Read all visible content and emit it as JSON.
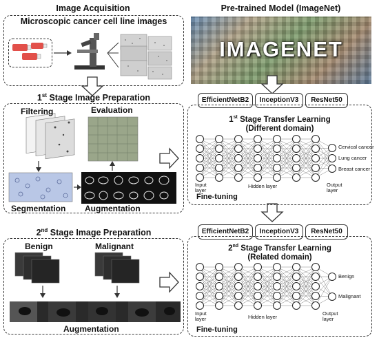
{
  "left": {
    "acq_title": "Image Acquisition",
    "acq_sub": "Microscopic cancer cell line images",
    "stage1_title_pre": "1",
    "stage1_title_sup": "st",
    "stage1_title_post": " Stage Image Preparation",
    "filtering": "Filtering",
    "evaluation": "Evaluation",
    "segmentation": "Segmentation",
    "augmentation1": "Augmentation",
    "stage2_title_pre": "2",
    "stage2_title_sup": "nd",
    "stage2_title_post": " Stage Image Preparation",
    "benign": "Benign",
    "malignant": "Malignant",
    "augmentation2": "Augmentation"
  },
  "right": {
    "pretrained_title": "Pre-trained Model (ImageNet)",
    "imagenet_logo": "IMAGENET",
    "models1": [
      "EfficientNetB2",
      "InceptionV3",
      "ResNet50"
    ],
    "models2": [
      "EfficientNetB2",
      "InceptionV3",
      "ResNet50"
    ],
    "tl1_line1_pre": "1",
    "tl1_line1_sup": "st",
    "tl1_line1_post": " Stage Transfer Learning",
    "tl1_line2": "(Different domain)",
    "tl2_line1_pre": "2",
    "tl2_line1_sup": "nd",
    "tl2_line1_post": " Stage Transfer Learning",
    "tl2_line2": "(Related domain)",
    "input_layer": "Input layer",
    "hidden_layer": "Hidden layer",
    "output_layer": "Output layer",
    "outputs1": [
      "Cervical cancer",
      "Lung cancer",
      "Breast cancer"
    ],
    "outputs2": [
      "Benign",
      "Malignant"
    ],
    "fine_tuning": "Fine-tuning"
  },
  "colors": {
    "line": "#333333",
    "flask": "#e2504a",
    "imagenet_green": "#7ac142",
    "micrograph": "#cfcfcf",
    "ultrasound": "#2a2a2a"
  }
}
